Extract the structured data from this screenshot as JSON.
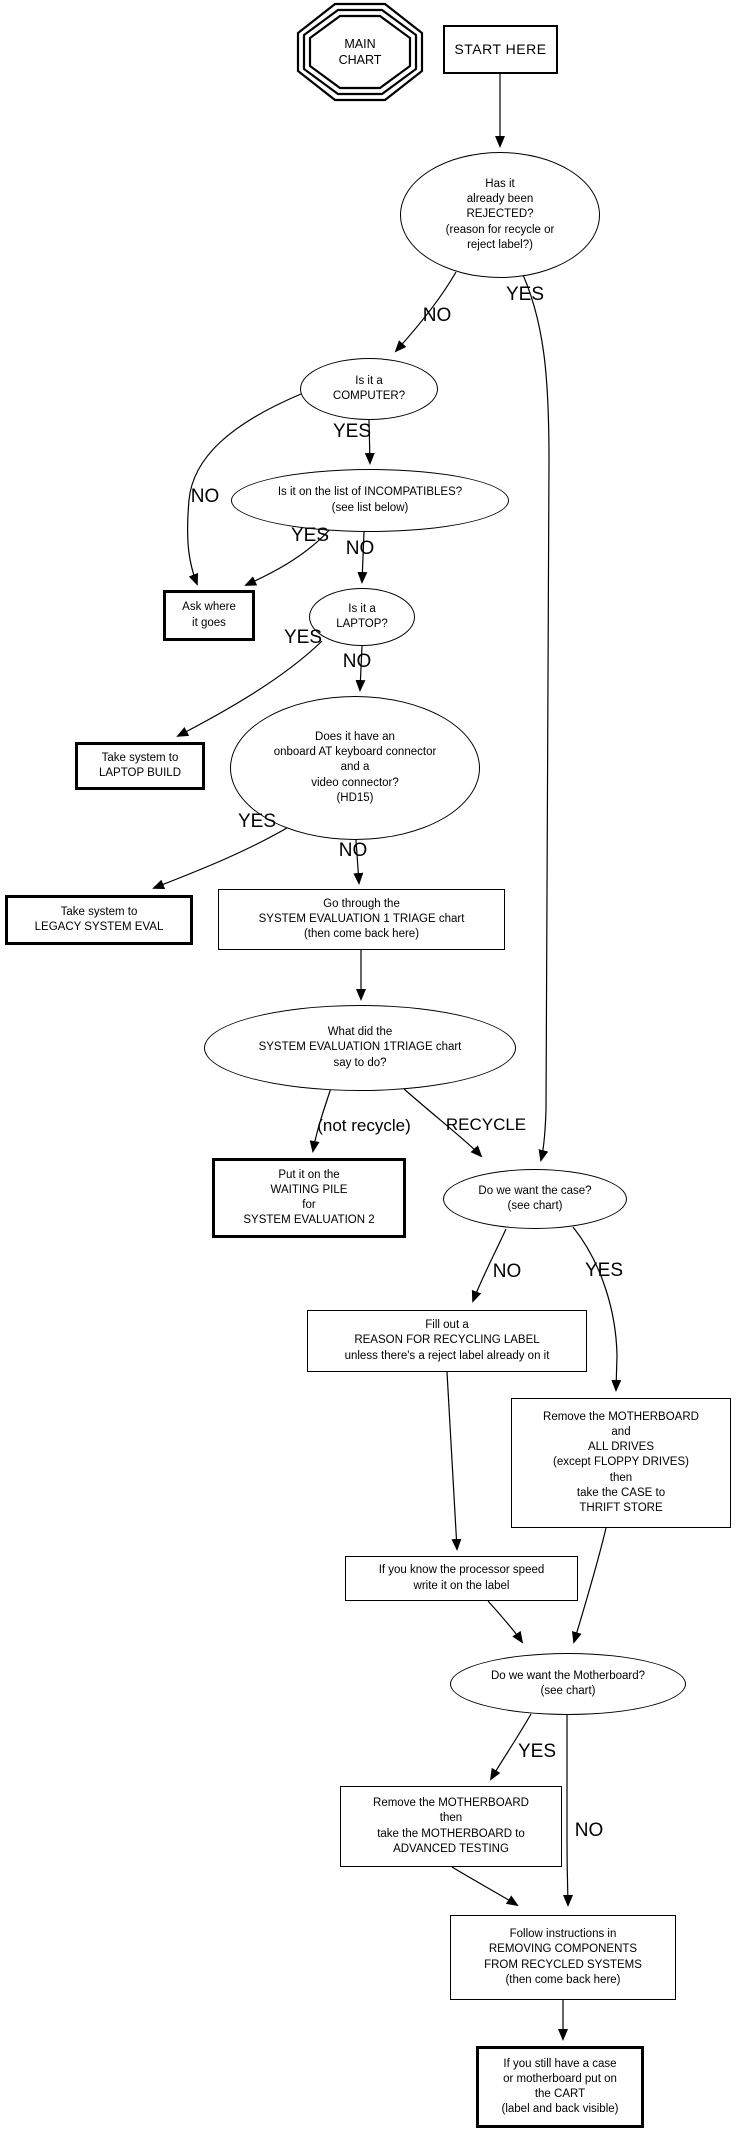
{
  "octagon": {
    "label": "MAIN\nCHART"
  },
  "nodes": {
    "start": {
      "label": "START HERE"
    },
    "rejected": {
      "label": "Has it\nalready been\nREJECTED?\n(reason for recycle or\nreject label?)"
    },
    "computer": {
      "label": "Is it a\nCOMPUTER?"
    },
    "incompatibles": {
      "label": "Is it on the list of INCOMPATIBLES?\n(see list below)"
    },
    "ask_where": {
      "label": "Ask where\nit goes"
    },
    "laptop": {
      "label": "Is it a\nLAPTOP?"
    },
    "laptop_build": {
      "label": "Take system to\nLAPTOP BUILD"
    },
    "at_connector": {
      "label": "Does it have an\nonboard AT keyboard connector\nand a\nvideo connector?\n(HD15)"
    },
    "legacy_eval": {
      "label": "Take system to\nLEGACY SYSTEM EVAL"
    },
    "go_through_triage": {
      "label": "Go through the\nSYSTEM EVALUATION 1 TRIAGE chart\n(then come back here)"
    },
    "triage_result": {
      "label": "What did the\nSYSTEM EVALUATION 1TRIAGE chart\nsay to do?"
    },
    "waiting_pile": {
      "label": "Put it on the\nWAITING PILE\nfor\nSYSTEM EVALUATION 2"
    },
    "want_case": {
      "label": "Do we want the case?\n(see chart)"
    },
    "recycling_label": {
      "label": "Fill out a\nREASON FOR RECYCLING LABEL\nunless there's a reject label already on it"
    },
    "remove_mb_drives": {
      "label": "Remove the MOTHERBOARD\nand\nALL DRIVES\n(except FLOPPY DRIVES)\nthen\ntake the CASE to\nTHRIFT STORE"
    },
    "processor_speed": {
      "label": "If you know the processor speed\nwrite it on the label"
    },
    "want_motherboard": {
      "label": "Do we want the Motherboard?\n(see chart)"
    },
    "advanced_testing": {
      "label": "Remove the MOTHERBOARD\nthen\ntake the MOTHERBOARD to\nADVANCED TESTING"
    },
    "removing_components": {
      "label": "Follow instructions in\nREMOVING COMPONENTS\nFROM RECYCLED SYSTEMS\n(then come back here)"
    },
    "cart": {
      "label": "If you still have a case\nor motherboard put on\nthe CART\n(label and back visible)"
    }
  },
  "edge_labels": {
    "reject_no": "NO",
    "reject_yes": "YES",
    "computer_yes": "YES",
    "computer_no": "NO",
    "incompat_yes": "YES",
    "incompat_no": "NO",
    "laptop_yes": "YES",
    "laptop_no": "NO",
    "at_yes": "YES",
    "at_no": "NO",
    "triage_not_recycle": "(not recycle)",
    "triage_recycle": "RECYCLE",
    "case_no": "NO",
    "case_yes": "YES",
    "mb_yes": "YES",
    "mb_no": "NO"
  },
  "colors": {
    "line": "#000000",
    "background": "#ffffff",
    "text": "#000000"
  }
}
